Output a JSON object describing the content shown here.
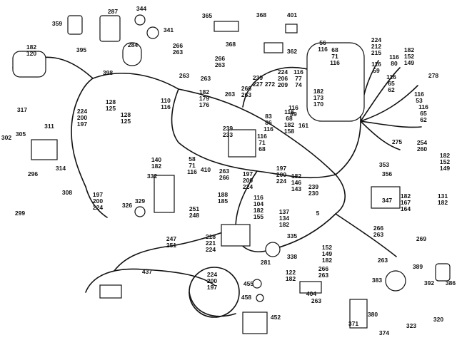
{
  "parts": [
    {
      "id": "p1",
      "lines": [
        "287"
      ]
    },
    {
      "id": "p2",
      "lines": [
        "344"
      ]
    },
    {
      "id": "p3",
      "lines": [
        "341"
      ]
    },
    {
      "id": "p4",
      "lines": [
        "365"
      ]
    },
    {
      "id": "p5",
      "lines": [
        "368"
      ]
    },
    {
      "id": "p6",
      "lines": [
        "401"
      ]
    },
    {
      "id": "p7",
      "lines": [
        "359"
      ]
    },
    {
      "id": "p8",
      "lines": [
        "368"
      ]
    },
    {
      "id": "p9",
      "lines": [
        "362"
      ]
    },
    {
      "id": "p10",
      "lines": [
        "182",
        "120"
      ]
    },
    {
      "id": "p11",
      "lines": [
        "395"
      ]
    },
    {
      "id": "p12",
      "lines": [
        "284"
      ]
    },
    {
      "id": "p13",
      "lines": [
        "266",
        "263"
      ]
    },
    {
      "id": "p14",
      "lines": [
        "398"
      ]
    },
    {
      "id": "p15",
      "lines": [
        "263"
      ]
    },
    {
      "id": "p16",
      "lines": [
        "266",
        "263"
      ]
    },
    {
      "id": "p17",
      "lines": [
        "263"
      ]
    },
    {
      "id": "p18",
      "lines": [
        "239",
        "227"
      ]
    },
    {
      "id": "p19",
      "lines": [
        "224",
        "206",
        "209"
      ]
    },
    {
      "id": "p20",
      "lines": [
        "116",
        "77",
        "74"
      ]
    },
    {
      "id": "p21",
      "lines": [
        "56",
        "116"
      ]
    },
    {
      "id": "p22",
      "lines": [
        "68",
        "71",
        "116"
      ]
    },
    {
      "id": "p23",
      "lines": [
        "224",
        "212",
        "215"
      ]
    },
    {
      "id": "p24",
      "lines": [
        "116",
        "80"
      ]
    },
    {
      "id": "p25",
      "lines": [
        "182",
        "152",
        "149"
      ]
    },
    {
      "id": "p26",
      "lines": [
        "116",
        "59"
      ]
    },
    {
      "id": "p27",
      "lines": [
        "116",
        "65",
        "62"
      ]
    },
    {
      "id": "p28",
      "lines": [
        "278"
      ]
    },
    {
      "id": "p29",
      "lines": [
        "182",
        "179",
        "176"
      ]
    },
    {
      "id": "p30",
      "lines": [
        "263"
      ]
    },
    {
      "id": "p31",
      "lines": [
        "266",
        "263"
      ]
    },
    {
      "id": "p32",
      "lines": [
        "272"
      ]
    },
    {
      "id": "p33",
      "lines": [
        "182",
        "173",
        "170"
      ]
    },
    {
      "id": "p34",
      "lines": [
        "116",
        "53"
      ]
    },
    {
      "id": "p35",
      "lines": [
        "116",
        "65",
        "62"
      ]
    },
    {
      "id": "p36",
      "lines": [
        "110",
        "116"
      ]
    },
    {
      "id": "p37",
      "lines": [
        "128",
        "125"
      ]
    },
    {
      "id": "p38",
      "lines": [
        "128",
        "125"
      ]
    },
    {
      "id": "p39",
      "lines": [
        "83",
        "86",
        "116"
      ]
    },
    {
      "id": "p40",
      "lines": [
        "116",
        "89"
      ]
    },
    {
      "id": "p41",
      "lines": [
        "116",
        "68",
        "182",
        "158"
      ]
    },
    {
      "id": "p42",
      "lines": [
        "161"
      ]
    },
    {
      "id": "p43",
      "lines": [
        "224",
        "200",
        "197"
      ]
    },
    {
      "id": "p44",
      "lines": [
        "317"
      ]
    },
    {
      "id": "p45",
      "lines": [
        "311"
      ]
    },
    {
      "id": "p46",
      "lines": [
        "239",
        "233"
      ]
    },
    {
      "id": "p47",
      "lines": [
        "116",
        "71",
        "68"
      ]
    },
    {
      "id": "p48",
      "lines": [
        "275"
      ]
    },
    {
      "id": "p49",
      "lines": [
        "254",
        "260"
      ]
    },
    {
      "id": "p50",
      "lines": [
        "302"
      ]
    },
    {
      "id": "p51",
      "lines": [
        "305"
      ]
    },
    {
      "id": "p52",
      "lines": [
        "296"
      ]
    },
    {
      "id": "p53",
      "lines": [
        "314"
      ]
    },
    {
      "id": "p54",
      "lines": [
        "140",
        "182"
      ]
    },
    {
      "id": "p55",
      "lines": [
        "58",
        "71",
        "116"
      ]
    },
    {
      "id": "p56",
      "lines": [
        "410"
      ]
    },
    {
      "id": "p57",
      "lines": [
        "263",
        "266"
      ]
    },
    {
      "id": "p58",
      "lines": [
        "197",
        "200",
        "224"
      ]
    },
    {
      "id": "p59",
      "lines": [
        "197",
        "200",
        "224"
      ]
    },
    {
      "id": "p60",
      "lines": [
        "353"
      ]
    },
    {
      "id": "p61",
      "lines": [
        "182",
        "152",
        "149"
      ]
    },
    {
      "id": "p62",
      "lines": [
        "332"
      ]
    },
    {
      "id": "p63",
      "lines": [
        "182",
        "146",
        "143"
      ]
    },
    {
      "id": "p64",
      "lines": [
        "239",
        "230"
      ]
    },
    {
      "id": "p65",
      "lines": [
        "356"
      ]
    },
    {
      "id": "p66",
      "lines": [
        "308"
      ]
    },
    {
      "id": "p67",
      "lines": [
        "197",
        "200",
        "224"
      ]
    },
    {
      "id": "p68",
      "lines": [
        "188",
        "185"
      ]
    },
    {
      "id": "p69",
      "lines": [
        "116",
        "104",
        "182",
        "155"
      ]
    },
    {
      "id": "p70",
      "lines": [
        "182",
        "167",
        "164"
      ]
    },
    {
      "id": "p71",
      "lines": [
        "131",
        "182"
      ]
    },
    {
      "id": "p72",
      "lines": [
        "347"
      ]
    },
    {
      "id": "p73",
      "lines": [
        "326"
      ]
    },
    {
      "id": "p74",
      "lines": [
        "329"
      ]
    },
    {
      "id": "p75",
      "lines": [
        "251",
        "248"
      ]
    },
    {
      "id": "p76",
      "lines": [
        "137",
        "134",
        "182"
      ]
    },
    {
      "id": "p77",
      "lines": [
        "5"
      ]
    },
    {
      "id": "p78",
      "lines": [
        "299"
      ]
    },
    {
      "id": "p79",
      "lines": [
        "218",
        "221",
        "224"
      ]
    },
    {
      "id": "p80",
      "lines": [
        "247",
        "251"
      ]
    },
    {
      "id": "p81",
      "lines": [
        "335"
      ]
    },
    {
      "id": "p82",
      "lines": [
        "266",
        "263"
      ]
    },
    {
      "id": "p83",
      "lines": [
        "269"
      ]
    },
    {
      "id": "p84",
      "lines": [
        "338"
      ]
    },
    {
      "id": "p85",
      "lines": [
        "152",
        "149",
        "182"
      ]
    },
    {
      "id": "p86",
      "lines": [
        "263"
      ]
    },
    {
      "id": "p87",
      "lines": [
        "281"
      ]
    },
    {
      "id": "p88",
      "lines": [
        "437"
      ]
    },
    {
      "id": "p89",
      "lines": [
        "122",
        "182"
      ]
    },
    {
      "id": "p90",
      "lines": [
        "266",
        "263"
      ]
    },
    {
      "id": "p91",
      "lines": [
        "224",
        "200",
        "197"
      ]
    },
    {
      "id": "p92",
      "lines": [
        "455"
      ]
    },
    {
      "id": "p93",
      "lines": [
        "404"
      ]
    },
    {
      "id": "p94",
      "lines": [
        "263"
      ]
    },
    {
      "id": "p95",
      "lines": [
        "383"
      ]
    },
    {
      "id": "p96",
      "lines": [
        "389"
      ]
    },
    {
      "id": "p97",
      "lines": [
        "392"
      ]
    },
    {
      "id": "p98",
      "lines": [
        "386"
      ]
    },
    {
      "id": "p99",
      "lines": [
        "458"
      ]
    },
    {
      "id": "p100",
      "lines": [
        "380"
      ]
    },
    {
      "id": "p101",
      "lines": [
        "452"
      ]
    },
    {
      "id": "p102",
      "lines": [
        "371"
      ]
    },
    {
      "id": "p103",
      "lines": [
        "374"
      ]
    },
    {
      "id": "p104",
      "lines": [
        "323"
      ]
    },
    {
      "id": "p105",
      "lines": [
        "320"
      ]
    }
  ]
}
